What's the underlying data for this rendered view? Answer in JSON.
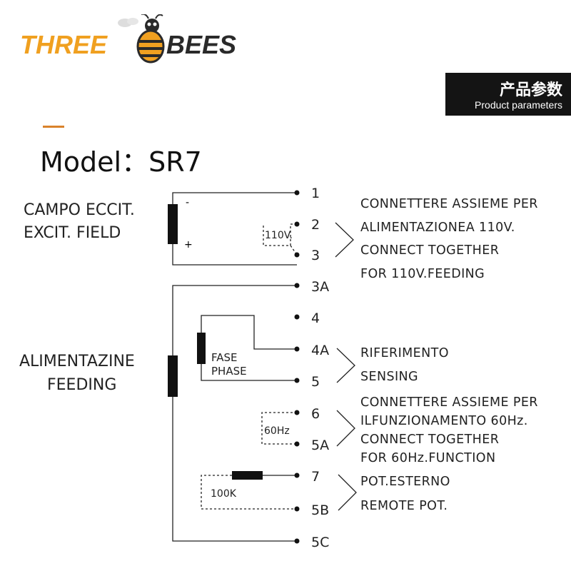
{
  "brand": {
    "logo_part1": "THREE",
    "logo_part2": "BEES",
    "colors": {
      "orange": "#F0A020",
      "dark": "#2A2A2A",
      "accent": "#D9822B"
    }
  },
  "badge": {
    "chinese": "产品参数",
    "english": "Product parameters"
  },
  "model_label": "Model：SR7",
  "left_labels": {
    "campo_line1": "CAMPO ECCIT.",
    "campo_line2": "EXCIT. FIELD",
    "alim_line1": "ALIMENTAZINE",
    "alim_line2": "FEEDING"
  },
  "polarity": {
    "minus": "-",
    "plus": "+"
  },
  "inline_labels": {
    "v110": "110V.",
    "fase": "FASE",
    "phase": "PHASE",
    "hz60": "60Hz",
    "k100": "100K"
  },
  "terminals": [
    "1",
    "2",
    "3",
    "3A",
    "4",
    "4A",
    "5",
    "6",
    "5A",
    "7",
    "5B",
    "5C"
  ],
  "notes": {
    "feeding_110": [
      "CONNETTERE ASSIEME PER",
      "ALIMENTAZIONEA 110V.",
      "CONNECT TOGETHER",
      "FOR 110V.FEEDING"
    ],
    "sensing": [
      "RIFERIMENTO",
      "SENSING"
    ],
    "function_60": [
      "CONNETTERE ASSIEME PER",
      "ILFUNZIONAMENTO 60Hz.",
      "CONNECT TOGETHER",
      "FOR 60Hz.FUNCTION"
    ],
    "remote_pot": [
      "POT.ESTERNO",
      "REMOTE POT."
    ]
  }
}
